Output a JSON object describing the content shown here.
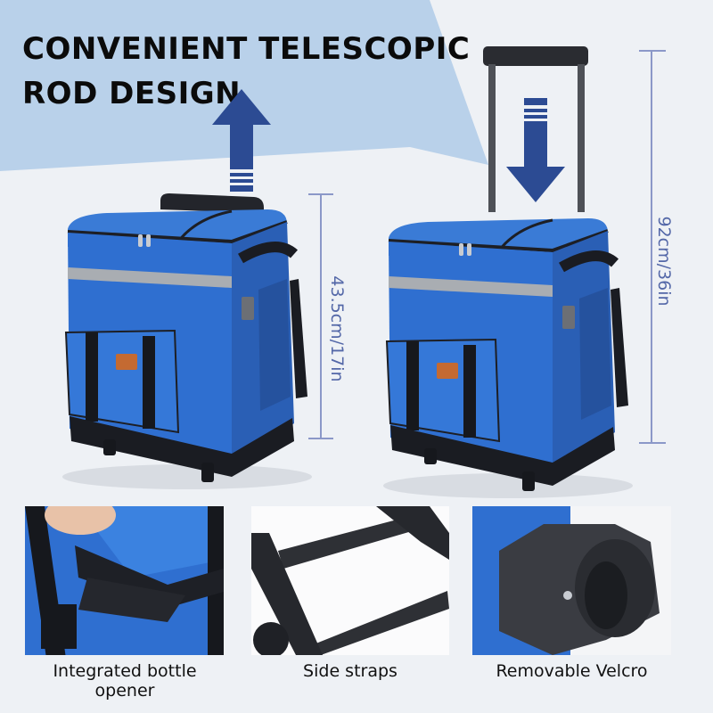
{
  "headline": {
    "line1": "CONVENIENT TELESCOPIC",
    "line2": "ROD DESIGN"
  },
  "dimensions": {
    "collapsed_height": "43.5cm/17in",
    "extended_height": "92cm/36in"
  },
  "arrows": {
    "left": "arrow-up",
    "right": "arrow-down"
  },
  "features": [
    {
      "caption": "Integrated bottle opener",
      "caption_line1": "Integrated bottle",
      "caption_line2": "opener"
    },
    {
      "caption": "Side straps"
    },
    {
      "caption": "Removable Velcro"
    }
  ],
  "colors": {
    "background": "#eef1f5",
    "accent_panel": "#b9d1ea",
    "arrow_blue": "#2c4b93",
    "bag_blue": "#2f6fd0",
    "bag_black": "#1a1c22",
    "dimension_line": "#8b98c8",
    "dimension_text": "#5468a8",
    "reflective_strip": "#a9adb2"
  }
}
